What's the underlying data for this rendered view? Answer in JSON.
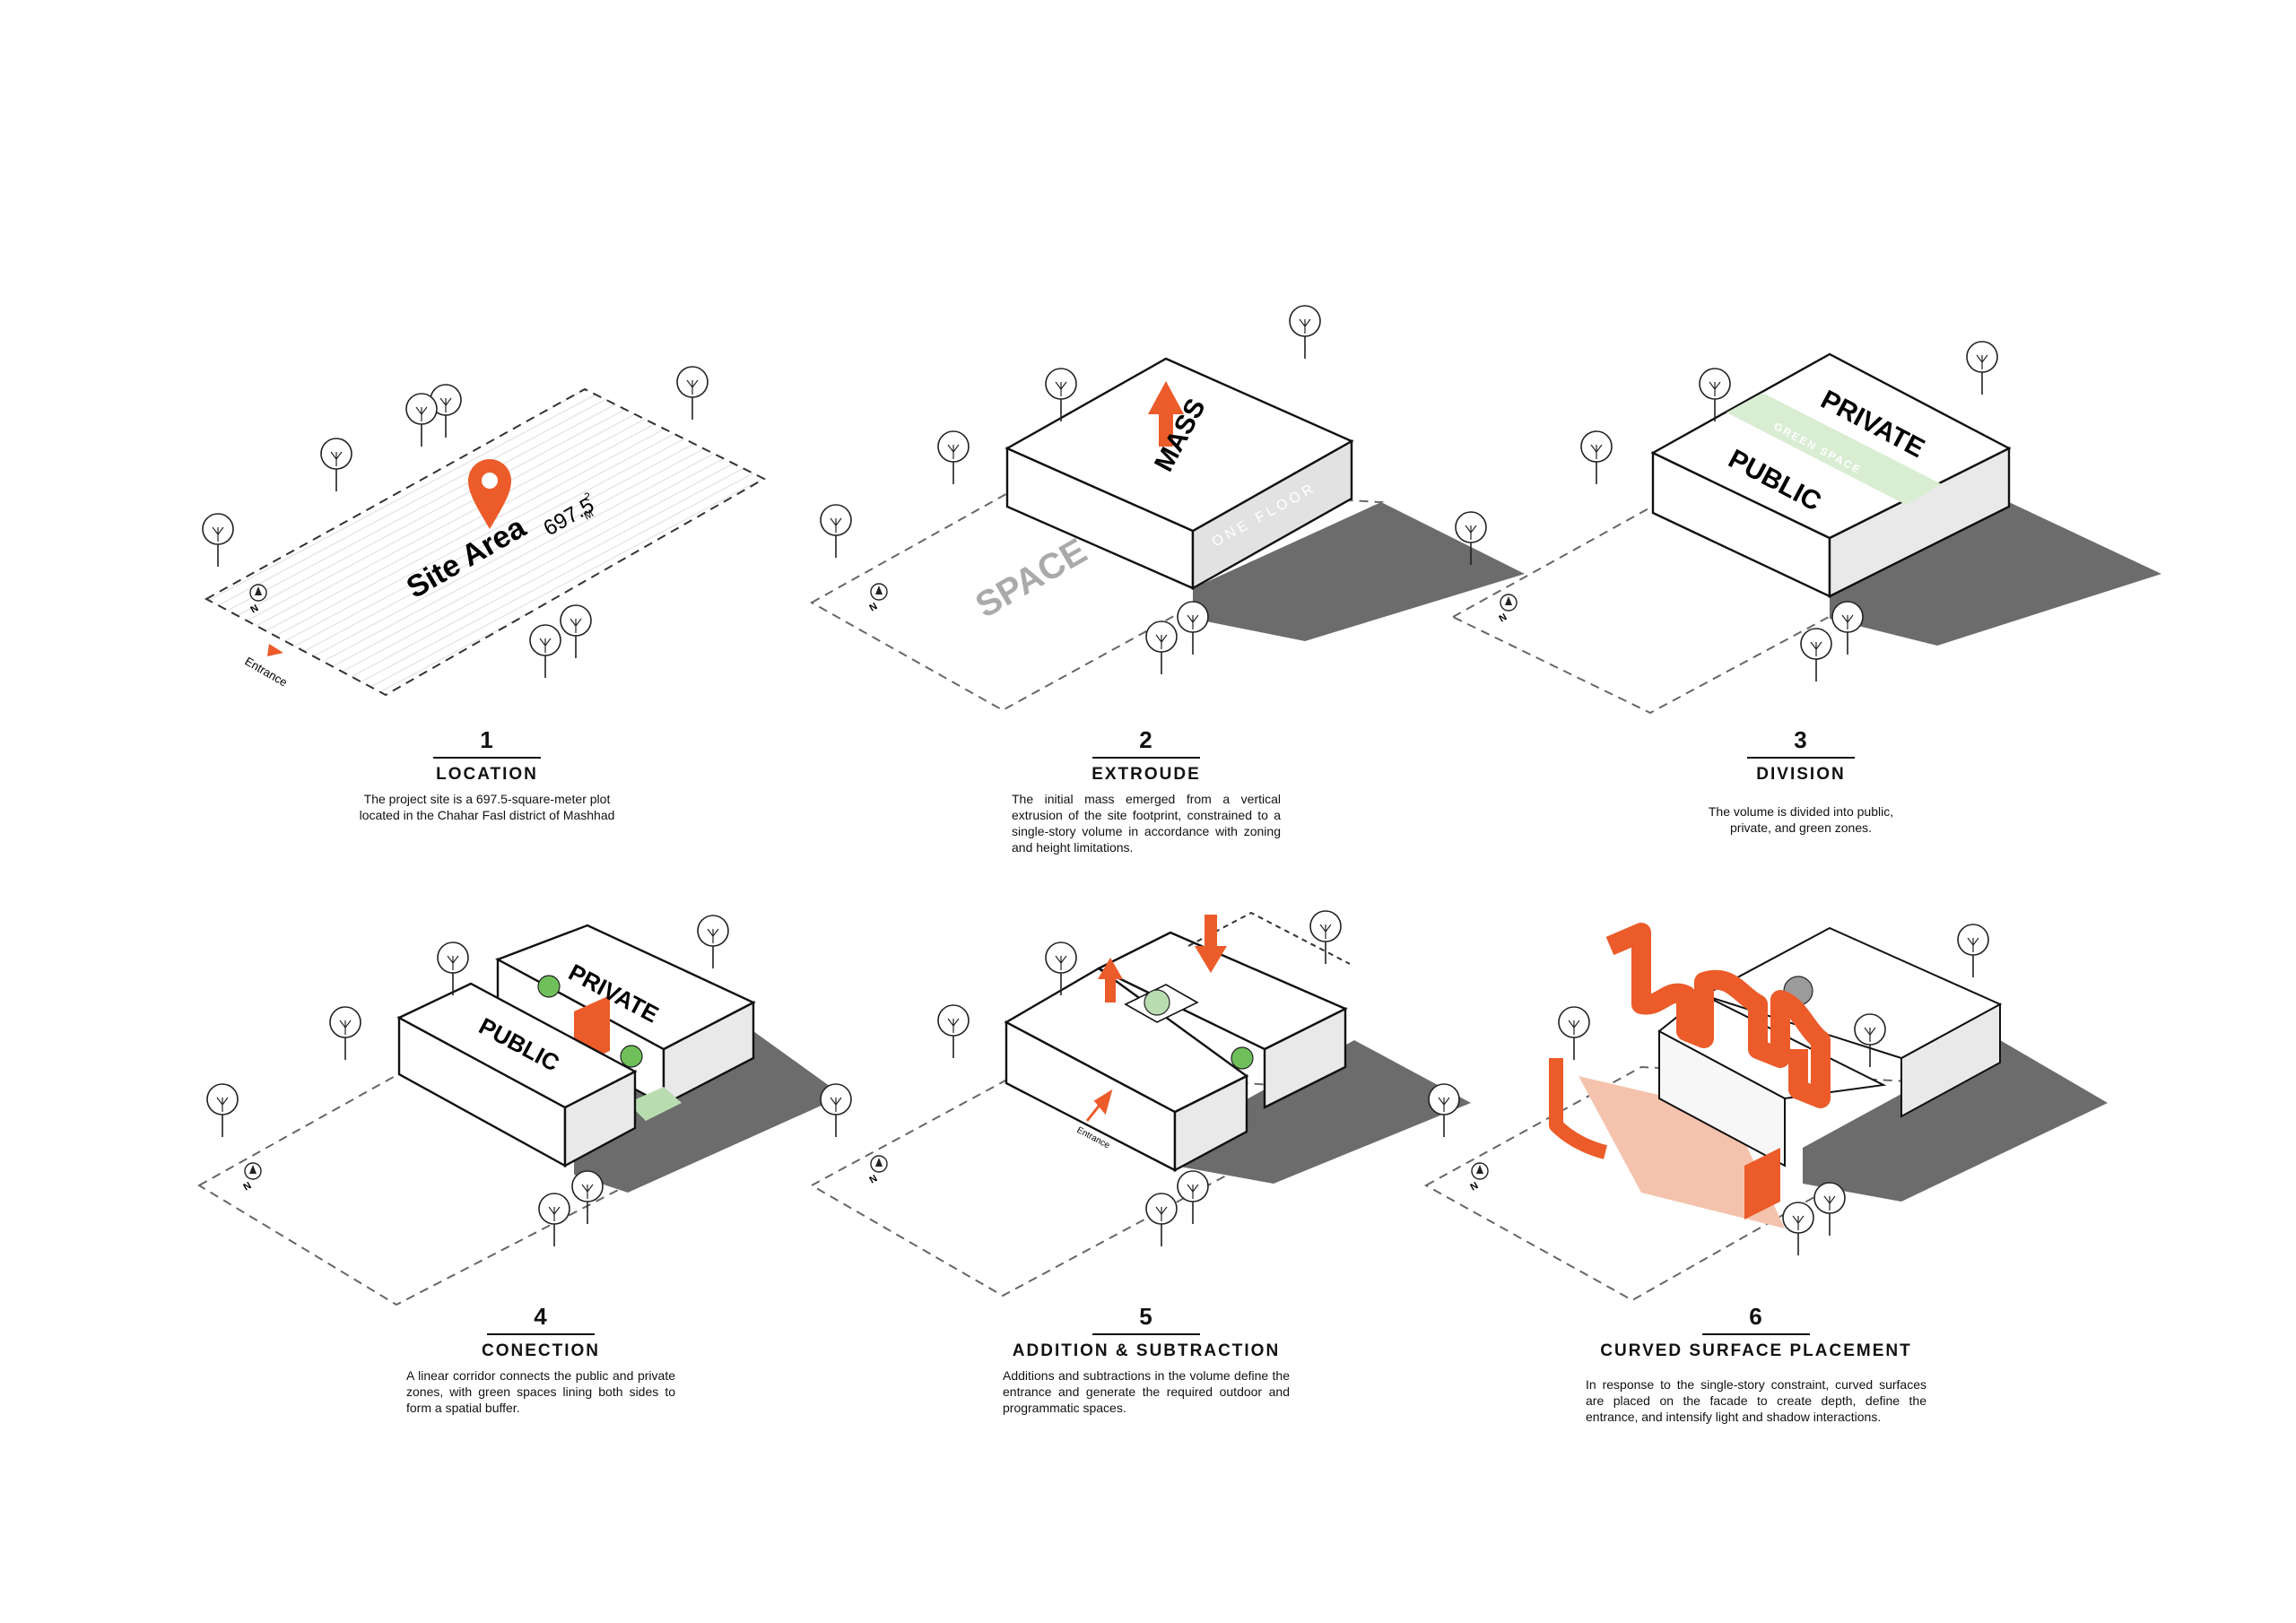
{
  "accent": "#ec5b2a",
  "green": "#b9ddb0",
  "steps": [
    {
      "num": "1",
      "title": "LOCATION",
      "desc": "The project site is a 697.5-square-meter plot located in the Chahar Fasl district of Mashhad"
    },
    {
      "num": "2",
      "title": "EXTROUDE",
      "desc": "The initial mass emerged from a vertical extrusion of the site footprint, constrained to a single-story volume in accordance with zoning and height limitations."
    },
    {
      "num": "3",
      "title": "DIVISION",
      "desc": "The volume is divided into public, private, and green zones."
    },
    {
      "num": "4",
      "title": "CONECTION",
      "desc": "A linear corridor connects the public and private zones, with green spaces lining both sides to form a spatial buffer."
    },
    {
      "num": "5",
      "title": "ADDITION & SUBTRACTION",
      "desc": "Additions and subtractions in the volume define the entrance and generate the required outdoor and programmatic spaces."
    },
    {
      "num": "6",
      "title": "CURVED SURFACE PLACEMENT",
      "desc": "In response to the single-story constraint, curved surfaces are placed on the facade to create depth, define the entrance, and intensify light and shadow interactions."
    }
  ],
  "labels": {
    "site_area": "Site Area",
    "area_value": "697.5",
    "area_unit": "M",
    "area_exp": "2",
    "entrance": "Entrance",
    "north": "N",
    "mass": "MASS",
    "one_floor": "ONE FLOOR",
    "space": "SPACE",
    "private": "PRIVATE",
    "public": "PUBLIC",
    "green_space": "GREEN SPACE",
    "entrance_small": "Entrance"
  }
}
